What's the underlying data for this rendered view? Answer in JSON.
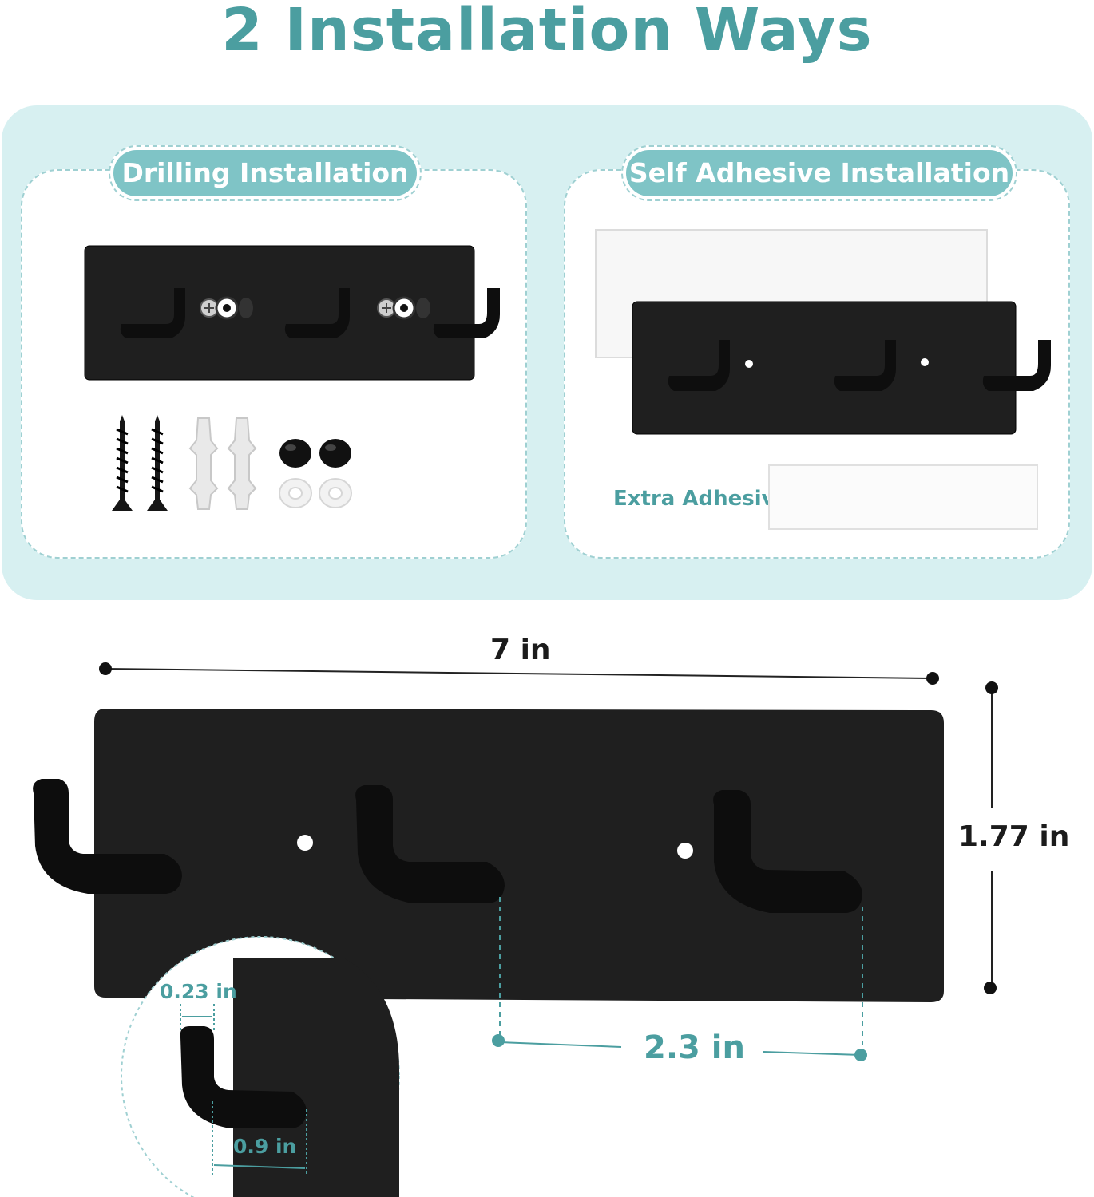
{
  "headline": "2 Installation Ways",
  "colors": {
    "teal": "#4b9ea0",
    "panel": "#d7f0f1",
    "pill": "#7fc4c6",
    "dark": "#1b1b1b",
    "dim_line": "#222222"
  },
  "drilling": {
    "title": "Drilling Installation",
    "icons": [
      "screw-icon",
      "wall-anchor-icon",
      "screw-cap-icon",
      "washer-icon"
    ]
  },
  "adhesive": {
    "title": "Self Adhesive Installation",
    "extra_label": "Extra Adhesive"
  },
  "dimensions": {
    "width": "7 in",
    "height": "1.77 in",
    "hook_spacing": "2.3 in",
    "hook_diameter": "0.23 in",
    "hook_depth": "0.9 in"
  }
}
